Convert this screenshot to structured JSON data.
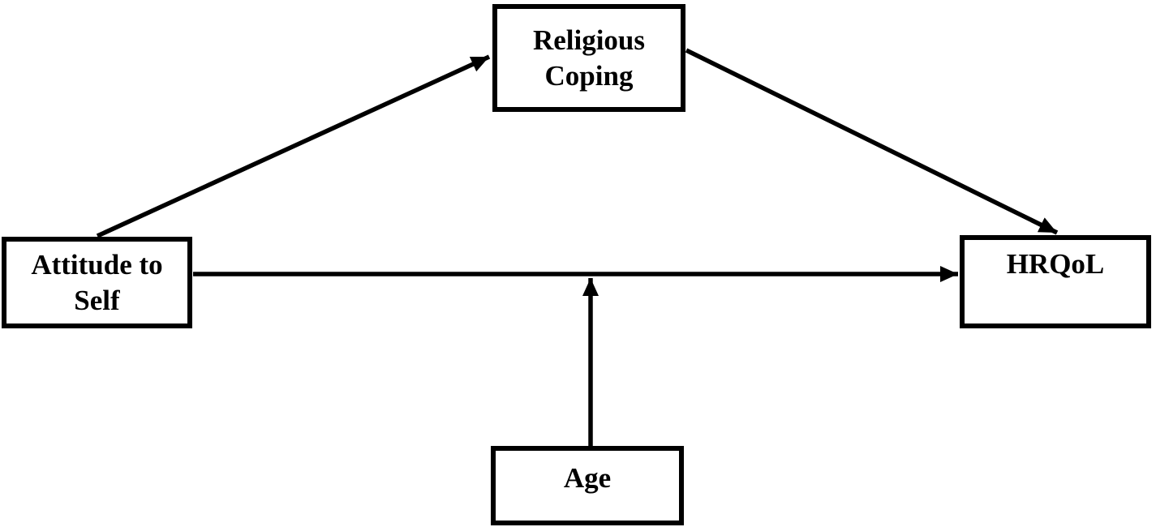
{
  "diagram": {
    "type": "path-model",
    "background_color": "#ffffff",
    "line_color": "#000000",
    "nodes": {
      "religious_coping": {
        "label": "Religious Coping",
        "role": "mediator"
      },
      "attitude_to_self": {
        "label": "Attitude to Self",
        "role": "predictor"
      },
      "hrqol": {
        "label": "HRQoL",
        "role": "outcome"
      },
      "age": {
        "label": "Age",
        "role": "moderator"
      }
    },
    "edges": [
      {
        "from": "Attitude to Self",
        "to": "Religious Coping",
        "style": "solid-arrow"
      },
      {
        "from": "Religious Coping",
        "to": "HRQoL",
        "style": "solid-arrow"
      },
      {
        "from": "Attitude to Self",
        "to": "HRQoL",
        "style": "solid-arrow"
      },
      {
        "from": "Age",
        "to": "Attitude to Self - HRQoL path",
        "style": "solid-arrow"
      }
    ]
  }
}
